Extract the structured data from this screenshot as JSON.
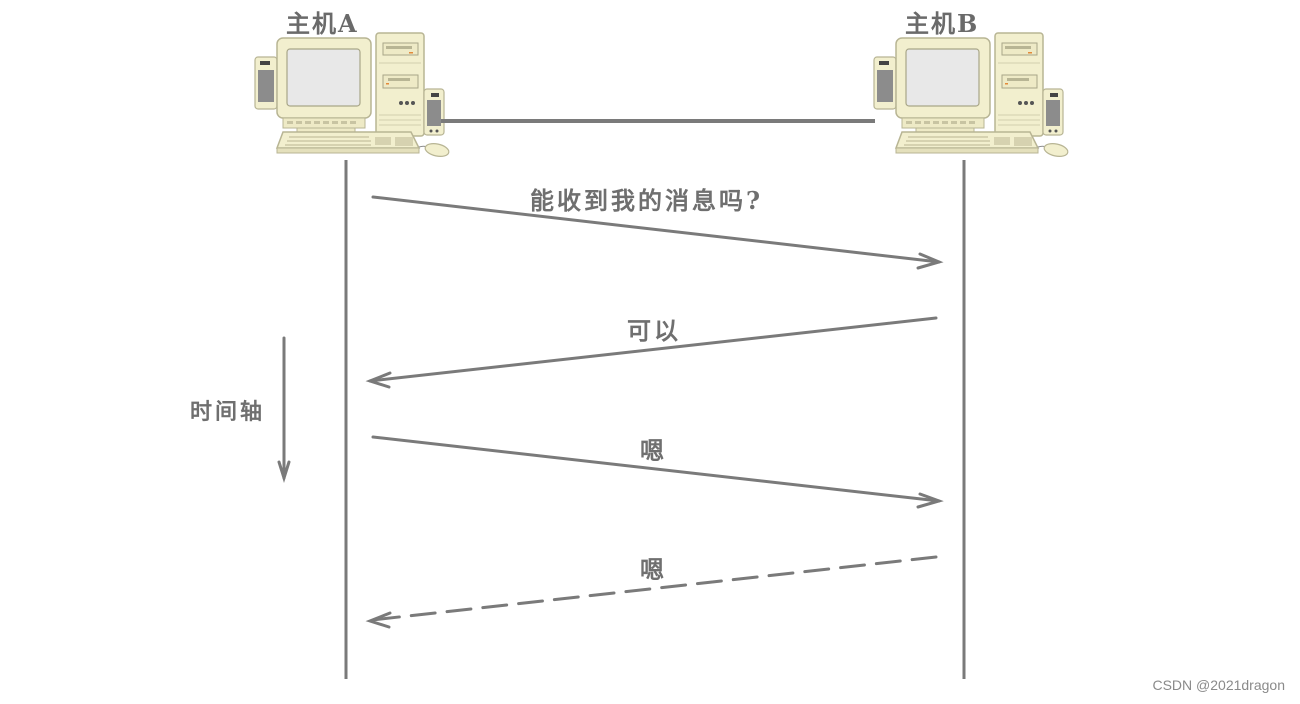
{
  "diagram": {
    "type": "sequence",
    "hosts": [
      {
        "id": "A",
        "label": "主机A"
      },
      {
        "id": "B",
        "label": "主机B"
      }
    ],
    "messages": [
      {
        "from": "A",
        "to": "B",
        "label": "能收到我的消息吗?",
        "style": "solid"
      },
      {
        "from": "B",
        "to": "A",
        "label": "可以",
        "style": "solid"
      },
      {
        "from": "A",
        "to": "B",
        "label": "嗯",
        "style": "solid"
      },
      {
        "from": "B",
        "to": "A",
        "label": "嗯",
        "style": "dashed"
      }
    ],
    "time_axis": {
      "label": "时间轴",
      "direction": "down"
    },
    "colors": {
      "line": "#7a7a7a",
      "text": "#6f6f6f",
      "computer_body": "#f2efce",
      "computer_outline": "#b8b594",
      "screen": "#e6e6e6",
      "speaker_grille": "#8c8c8c"
    }
  },
  "watermark": "CSDN @2021dragon"
}
